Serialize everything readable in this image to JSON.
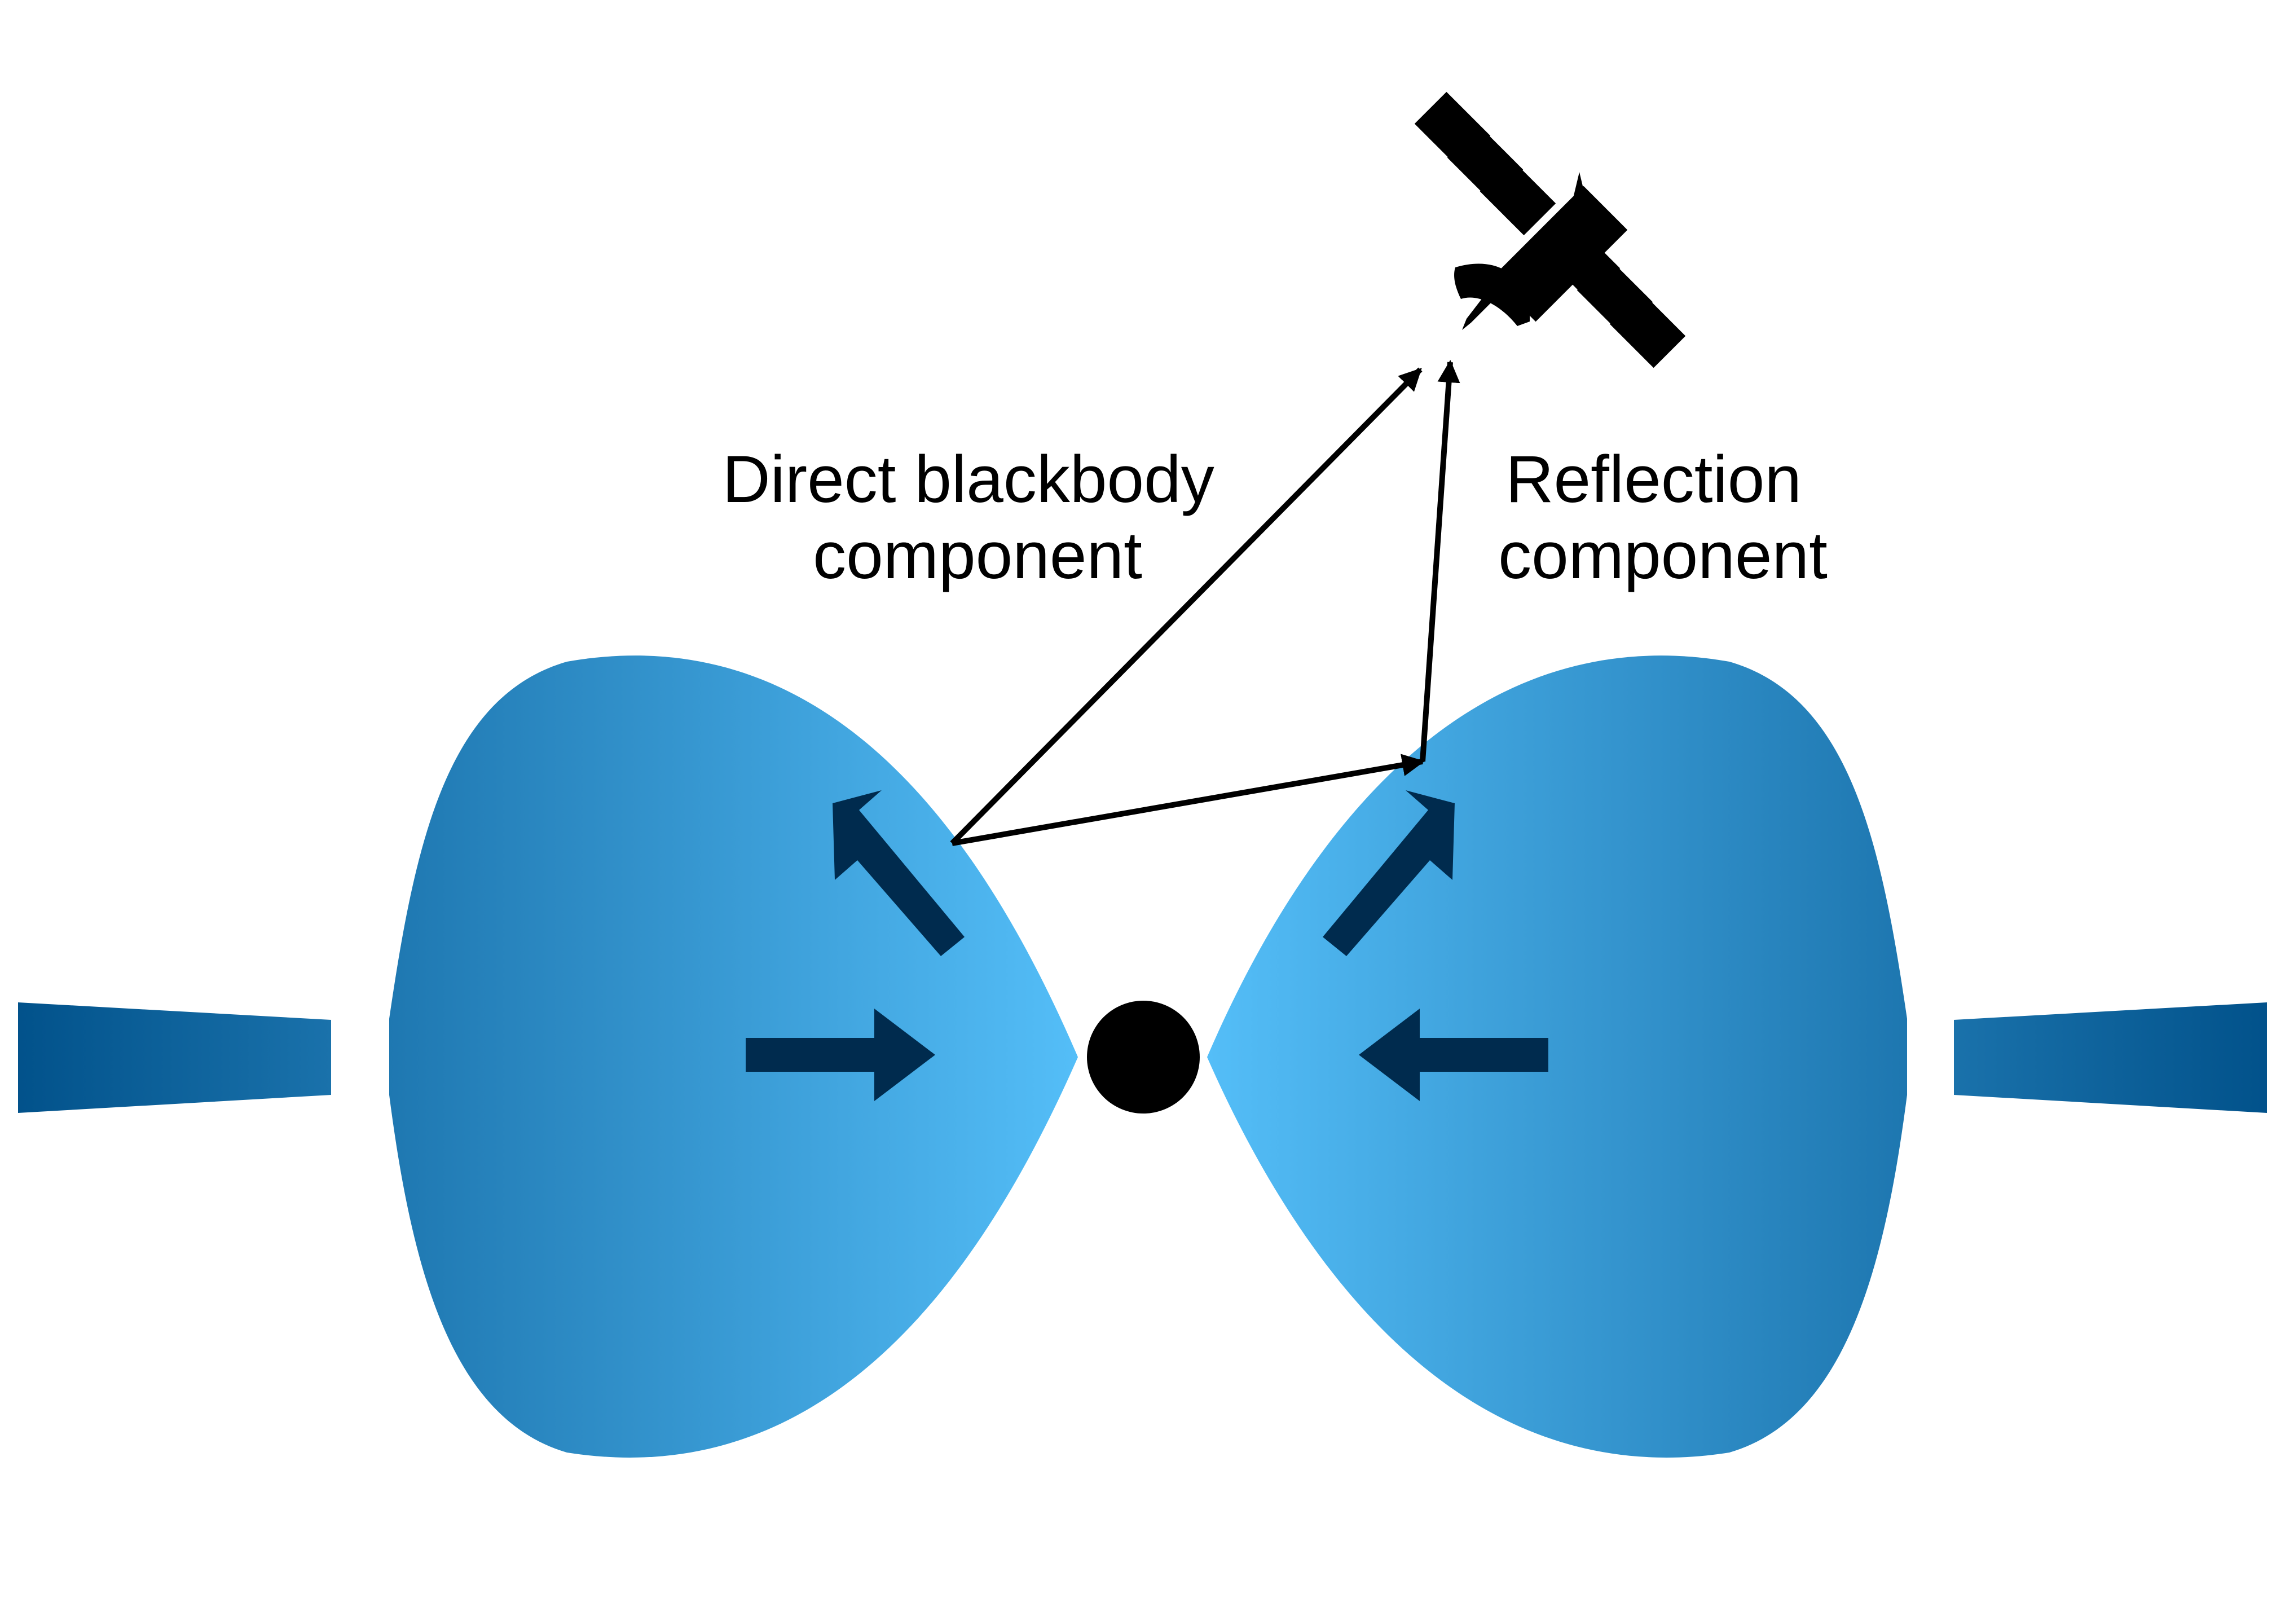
{
  "labels": {
    "direct": {
      "line1": "Direct blackbody",
      "line2": "component"
    },
    "reflection": {
      "line1": "Reflection",
      "line2": "component"
    }
  },
  "colors": {
    "funnel_outer": "#005089",
    "funnel_inner": "#55BFF9",
    "funnel_arrows": "#002B4E",
    "rays": "#000000",
    "central_object": "#000000",
    "satellite": "#000000",
    "background": "#FFFFFF"
  },
  "icons": {
    "satellite": "satellite-icon",
    "central_object": "black-hole",
    "flow_arrows": "arrow-icon"
  }
}
